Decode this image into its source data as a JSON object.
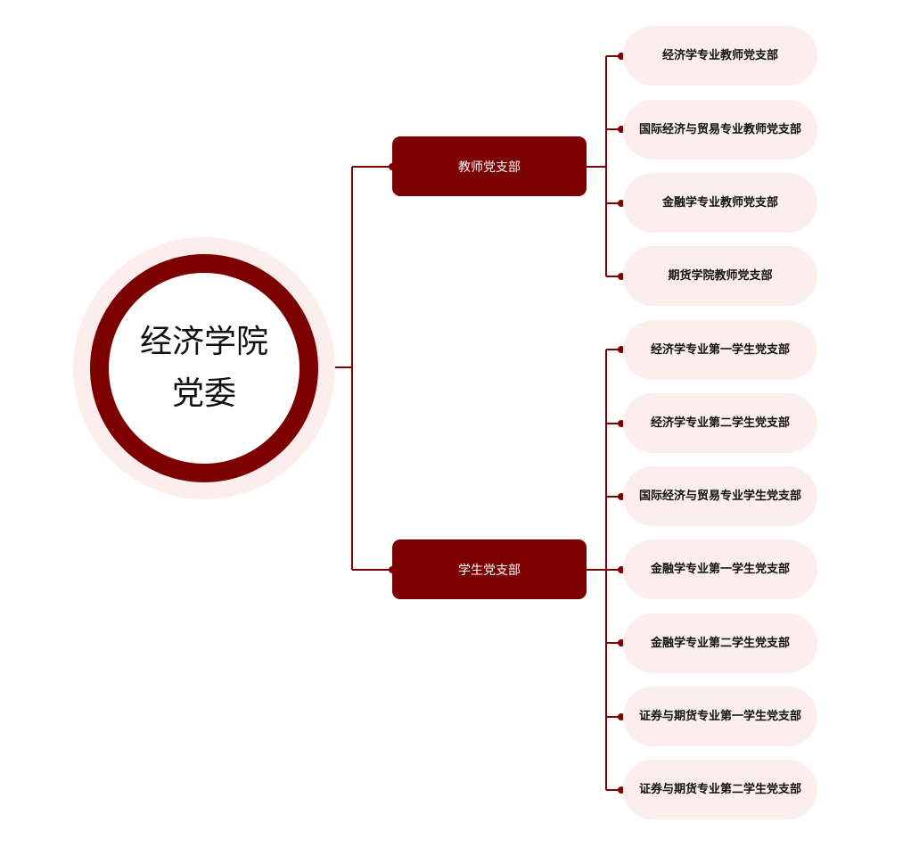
{
  "root": {
    "title": "经济学院党委"
  },
  "branches": [
    {
      "label": "教师党支部",
      "children": [
        "经济学专业教师党支部",
        "国际经济与贸易专业教师党支部",
        "金融学专业教师党支部",
        "期货学院教师党支部"
      ]
    },
    {
      "label": "学生党支部",
      "children": [
        "经济学专业第一学生党支部",
        "经济学专业第二学生党支部",
        "国际经济与贸易专业学生党支部",
        "金融学专业第一学生党支部",
        "金融学专业第二学生党支部",
        "证券与期货专业第一学生党支部",
        "证券与期货专业第二学生党支部"
      ]
    }
  ],
  "colors": {
    "primary": "#7d0000",
    "light": "#fdeeee"
  }
}
